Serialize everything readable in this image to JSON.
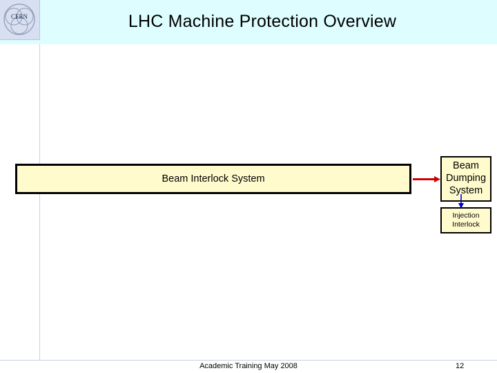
{
  "slide": {
    "title": "LHC Machine Protection Overview",
    "logo_text": "CERN",
    "footer": "Academic Training May 2008",
    "page_number": "12",
    "colors": {
      "header_band": "#ddfdff",
      "box_fill": "#fffbcc",
      "box_border": "#000000",
      "red_arrow": "#cc0000",
      "blue_arrow": "#0000cc",
      "logo_panel": "#d8dff0"
    }
  },
  "diagram": {
    "beam_interlock_system": "Beam Interlock System",
    "beam_dumping_system": "Beam Dumping System",
    "injection_interlock_line1": "Injection",
    "injection_interlock_line2": "Interlock",
    "arrows": [
      {
        "name": "bis-to-dump-arrow",
        "color": "#cc0000"
      },
      {
        "name": "bis-to-injection-arrow",
        "color": "#0000cc"
      }
    ]
  }
}
